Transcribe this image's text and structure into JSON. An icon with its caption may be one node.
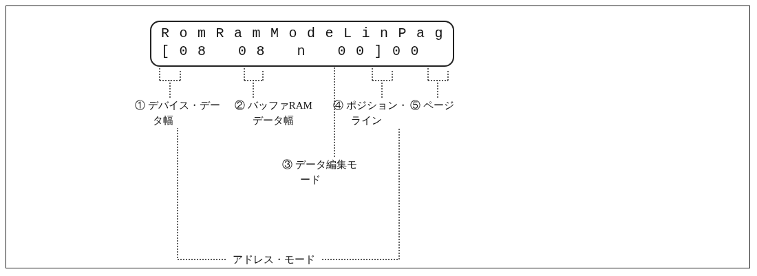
{
  "diagram": {
    "nodes": [
      {
        "text": [
          "RomRamModeLinPag",
          "[08 08 n 00]00"
        ]
      },
      {
        "text": [
          "① デバイス・データ幅"
        ]
      },
      {
        "text": [
          "② バッファRAM データ幅"
        ]
      },
      {
        "text": [
          "③ データ編集モード"
        ]
      },
      {
        "text": [
          "④ ポジション・ライン"
        ]
      },
      {
        "text": [
          "⑤ ページ"
        ]
      },
      {
        "text": [
          "アドレス・モード"
        ]
      }
    ],
    "edges": [
      {
        "from": 1,
        "to": 0,
        "arrow": "none",
        "style": "dashed"
      },
      {
        "from": 2,
        "to": 0,
        "arrow": "none",
        "style": "dashed"
      },
      {
        "from": 3,
        "to": 0,
        "arrow": "none",
        "style": "dashed"
      },
      {
        "from": 4,
        "to": 0,
        "arrow": "none",
        "style": "dashed"
      },
      {
        "from": 5,
        "to": 0,
        "arrow": "none",
        "style": "dashed"
      },
      {
        "from": 6,
        "to": 1,
        "arrow": "none",
        "style": "dashed"
      },
      {
        "from": 6,
        "to": 4,
        "arrow": "none",
        "style": "dashed"
      }
    ]
  }
}
